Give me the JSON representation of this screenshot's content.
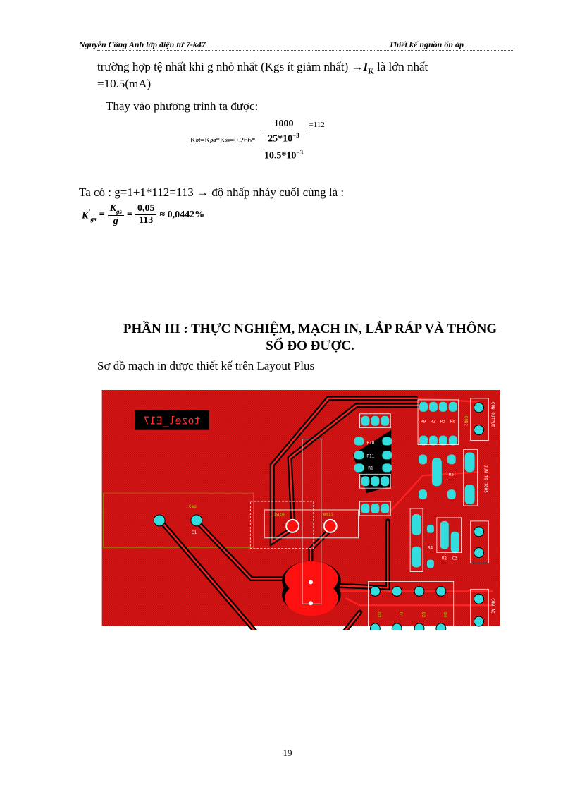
{
  "header": {
    "left": "Nguyễn Công Anh   lớp điện tử 7-k47",
    "right": "Thiết kế nguồn ổn áp"
  },
  "body": {
    "line1a": "trường hợp tệ nhất khi g nhỏ nhất (Kgs ít giảm nhất) ",
    "arrow": "→",
    "ik": "I",
    "ik_sub": "K",
    "line1b": " là lớn nhất",
    "line2": "=10.5(mA)",
    "line3": "Thay vào phương trình ta được:",
    "formula1": {
      "lhs": "K",
      "lhs_sub": "bt",
      "eq1": "=K",
      "sub2": "pa",
      "mul": "*K",
      "sub3": "ss",
      "coef": "=0.266*",
      "num": "1000",
      "den_num": "25*10",
      "den_num_exp": "−3",
      "den_den": "10.5*10",
      "den_den_exp": "−3",
      "result": "=112"
    },
    "line4": "Ta có : g=1+1*112=113 → độ nhấp nháy cuối cùng là :",
    "formula2": {
      "lhs": "K",
      "lhs_prime": "'",
      "lhs_sub": "gs",
      "eq": "=",
      "num1": "K",
      "num1_sub": "gs",
      "den1": "g",
      "eq2": "=",
      "num2": "0,05",
      "den2": "113",
      "approx": "≈ 0,0442%"
    }
  },
  "section": {
    "title_line1": "PHẦN III : THỰC NGHIỆM, MẠCH IN, LẮP RÁP VÀ THÔNG",
    "title_line2": "SỐ ĐO ĐƯỢC.",
    "caption": "Sơ đồ mạch in được thiết kế trên Layout Plus"
  },
  "pcb": {
    "label": "tozel_E17",
    "labels": [
      "Cap",
      "C1",
      "baze",
      "emit",
      "R10",
      "R11",
      "R1",
      "R9",
      "R2",
      "R3",
      "R6",
      "CON2",
      "CON OUTPUT",
      "JUN TO 7805",
      "R5",
      "R4",
      "U2",
      "C3",
      "CON AC",
      "D3",
      "D1",
      "D2",
      "D4"
    ],
    "colors": {
      "board": "#c81010",
      "trace": "#ff1a1a",
      "pad": "#33dddd",
      "silk": "#ffffff"
    }
  },
  "page_number": "19"
}
